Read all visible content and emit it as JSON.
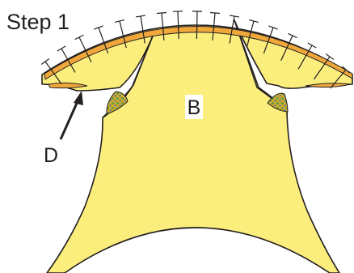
{
  "step_title": "Step 1",
  "labels": {
    "piece_b": "B",
    "arrow_d": "D"
  },
  "colors": {
    "fabric_fill": "#fcee7d",
    "binding_fill": "#f1a83b",
    "outline": "#231f20",
    "swatch_green": "#4f9a4a",
    "swatch_gold": "#d9a826",
    "background": "#ffffff"
  }
}
